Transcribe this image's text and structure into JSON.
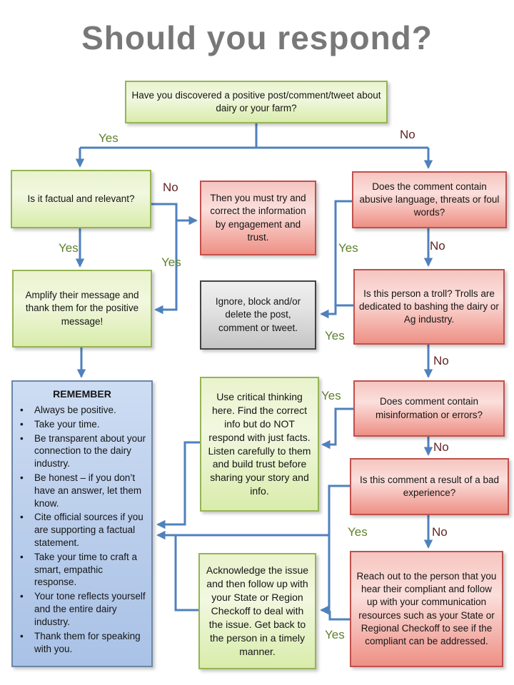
{
  "title": "Should you respond?",
  "labels": {
    "yes": "Yes",
    "no": "No"
  },
  "nodes": {
    "top": {
      "text": "Have you discovered a positive post/comment/tweet about dairy or your farm?"
    },
    "factual": {
      "text": "Is it factual and relevant?"
    },
    "correct": {
      "text": "Then you must try and correct the information by engagement and trust."
    },
    "abusive": {
      "text": "Does the comment contain abusive language, threats or foul words?"
    },
    "amplify": {
      "text": "Amplify their message and thank them for the positive message!"
    },
    "ignore": {
      "text": "Ignore, block and/or delete the post, comment or tweet."
    },
    "troll": {
      "text": "Is this person a troll? Trolls are dedicated to bashing the dairy or Ag industry."
    },
    "misinfo": {
      "text": "Does comment contain misinformation or errors?"
    },
    "critical": {
      "text": "Use critical thinking here. Find the correct info but do NOT respond with just facts. Listen carefully to them and build trust before sharing your story and info."
    },
    "badexp": {
      "text": "Is this comment a result of a bad experience?"
    },
    "acknowledge": {
      "text": "Acknowledge the issue and then follow up with your State or Region Checkoff to deal with the issue. Get back to the person in a timely manner."
    },
    "reachout": {
      "text": "Reach out to the person that you hear their compliant and follow up with your communication resources such as your State or Regional Checkoff to see if the compliant can be addressed."
    }
  },
  "remember": {
    "title": "REMEMBER",
    "items": [
      "Always be positive.",
      "Take your time.",
      "Be transparent about your connection to the dairy industry.",
      "Be honest – if you don’t have an answer, let them know.",
      "Cite official sources if you are supporting a factual statement.",
      "Take your time to craft a smart, empathic response.",
      "Your tone reflects yourself and the entire dairy industry.",
      "Thank them for speaking with you."
    ]
  },
  "colors": {
    "connector": "#4f81bd",
    "yes_label": "#5e7f2c",
    "no_label": "#632423",
    "title": "#787878",
    "green_border": "#96b455",
    "red_border": "#c0504d",
    "gray_border": "#434343",
    "blue_border": "#6b87a8"
  }
}
